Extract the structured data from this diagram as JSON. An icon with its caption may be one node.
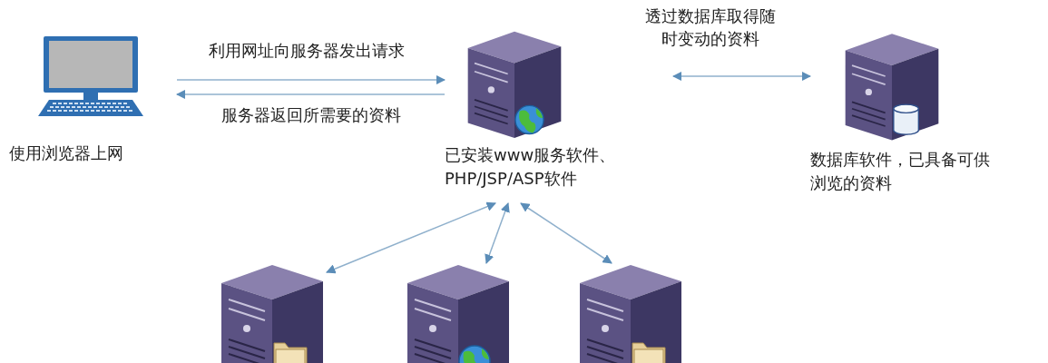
{
  "diagram": {
    "nodes": [
      {
        "text": [
          "使用浏览器上网"
        ]
      },
      {
        "text": [
          "已安装www服务软件、PHP/JSP/ASP软件"
        ]
      },
      {
        "text": [
          "数据库软件，已具备可供浏览的资料"
        ]
      },
      {
        "text": [],
        "shape": "picture"
      },
      {
        "text": [],
        "shape": "picture"
      },
      {
        "text": [],
        "shape": "picture"
      }
    ],
    "edges": [
      {
        "from": 0,
        "to": 1,
        "arrow": "to",
        "label": "利用网址向服务器发出请求"
      },
      {
        "from": 1,
        "to": 0,
        "arrow": "to",
        "label": "服务器返回所需要的资料"
      },
      {
        "from": 1,
        "to": 2,
        "arrow": "both",
        "label": "透过数据库取得随时变动的资料"
      },
      {
        "from": 1,
        "to": 3,
        "arrow": "both"
      },
      {
        "from": 1,
        "to": 4,
        "arrow": "both"
      },
      {
        "from": 1,
        "to": 5,
        "arrow": "both"
      }
    ]
  }
}
